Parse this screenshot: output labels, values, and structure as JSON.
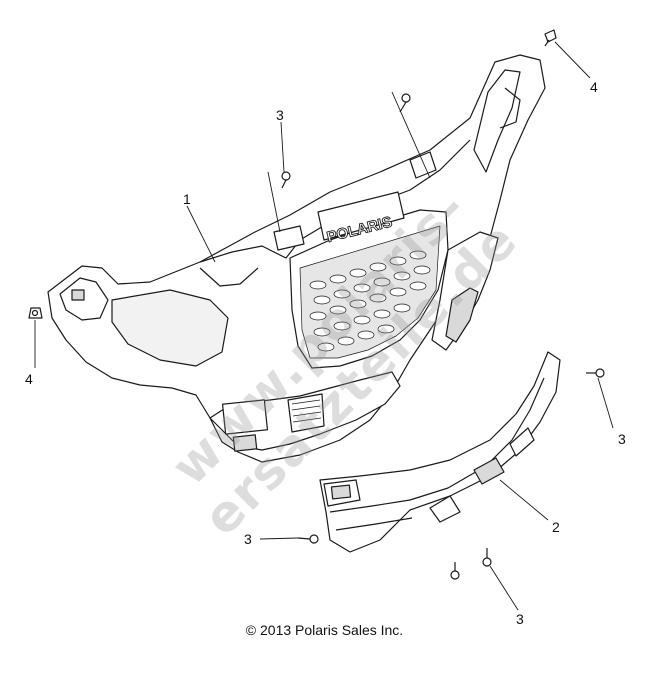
{
  "diagram": {
    "callouts": [
      {
        "id": "c1",
        "text": "1"
      },
      {
        "id": "c2",
        "text": "2"
      },
      {
        "id": "c3a",
        "text": "3"
      },
      {
        "id": "c3b",
        "text": "3"
      },
      {
        "id": "c3c",
        "text": "3"
      },
      {
        "id": "c3d",
        "text": "3"
      },
      {
        "id": "c4a",
        "text": "4"
      },
      {
        "id": "c4b",
        "text": "4"
      }
    ],
    "brand_embossed": "POLARIS",
    "copyright": "© 2013 Polaris Sales Inc.",
    "watermark": "www.polaris-ersatzteile.de"
  },
  "colors": {
    "line": "#1a1a1a",
    "fill": "#ffffff",
    "shade": "#d9d9d9",
    "watermark": "#969696"
  }
}
